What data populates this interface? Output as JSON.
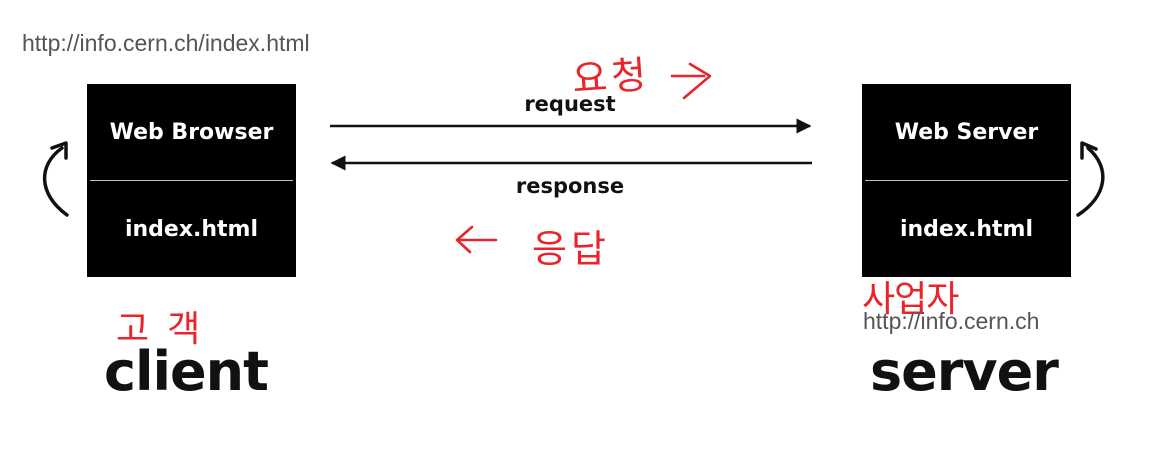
{
  "client": {
    "url": "http://info.cern.ch/index.html",
    "box_top_label": "Web Browser",
    "box_bottom_label": "index.html",
    "label": "client",
    "annotation": "고객"
  },
  "server": {
    "url": "http://info.cern.ch",
    "box_top_label": "Web Server",
    "box_bottom_label": "index.html",
    "label": "server",
    "annotation": "사업자"
  },
  "arrows": {
    "request_label": "request",
    "response_label": "response",
    "request_annotation": "요청",
    "response_annotation": "응답"
  },
  "colors": {
    "box": "#000000",
    "annotation_ink": "#e8252b"
  }
}
